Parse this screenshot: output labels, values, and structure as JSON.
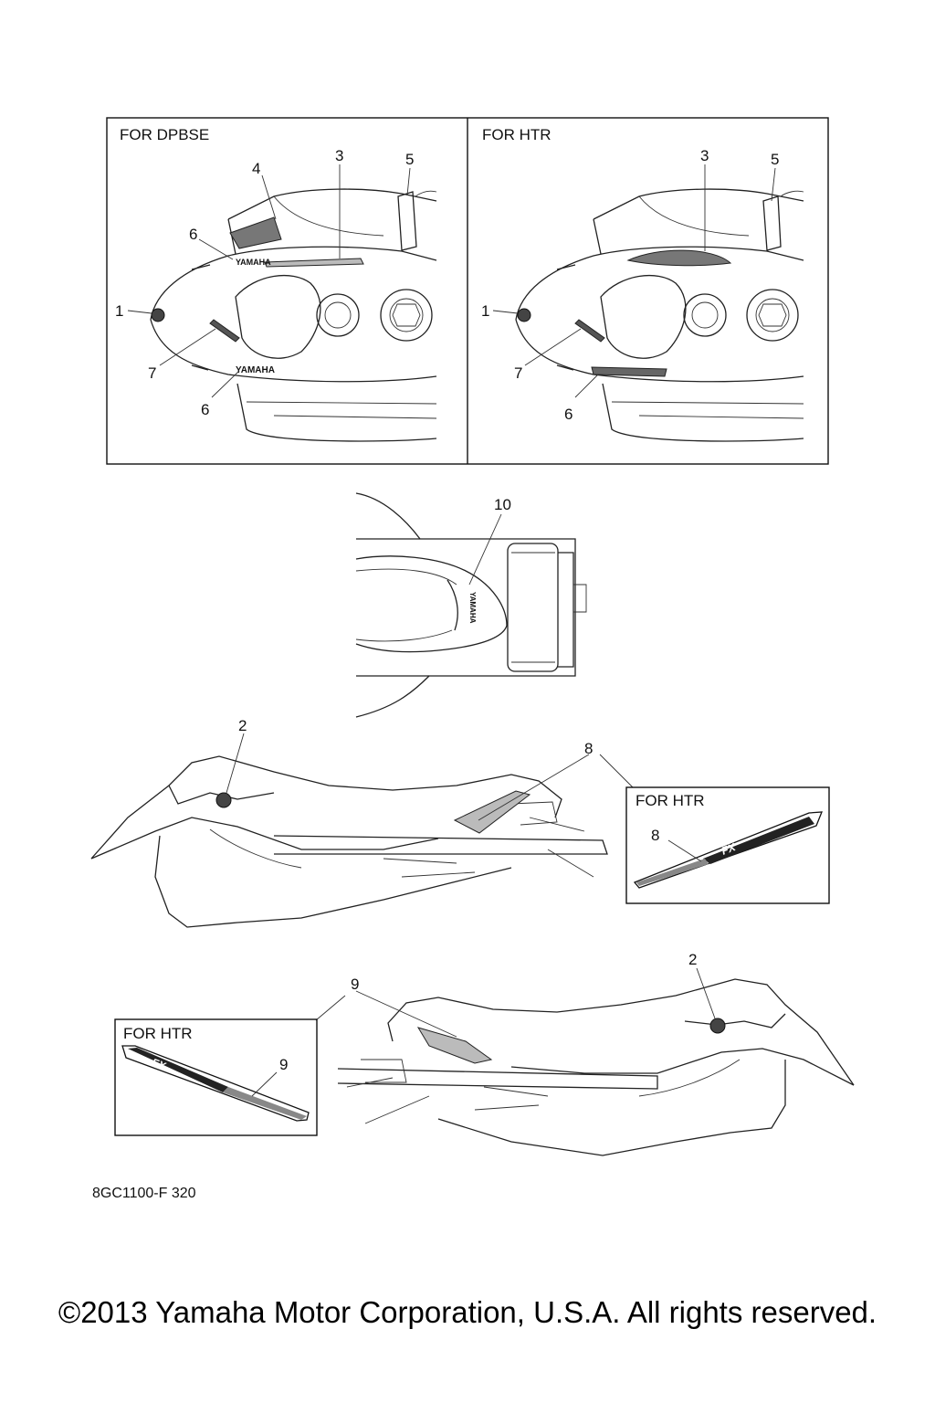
{
  "panels": {
    "top_left_caption": "FOR DPBSE",
    "top_right_caption": "FOR HTR",
    "side_right_caption": "FOR HTR",
    "side_left_caption": "FOR HTR"
  },
  "callouts": {
    "tl_4": "4",
    "tl_3": "3",
    "tl_5": "5",
    "tl_6a": "6",
    "tl_1": "1",
    "tl_7": "7",
    "tl_6b": "6",
    "tr_3": "3",
    "tr_5": "5",
    "tr_1": "1",
    "tr_7": "7",
    "tr_6": "6",
    "top_10": "10",
    "side1_2": "2",
    "side1_8": "8",
    "inset1_8": "8",
    "side2_2": "2",
    "side2_9": "9",
    "inset2_9": "9"
  },
  "decal_text": {
    "yamaha": "YAMAHA",
    "fx": "FX"
  },
  "footer": {
    "diagram_code": "8GC1100-F 320",
    "copyright": "©2013 Yamaha Motor Corporation, U.S.A. All rights reserved."
  }
}
